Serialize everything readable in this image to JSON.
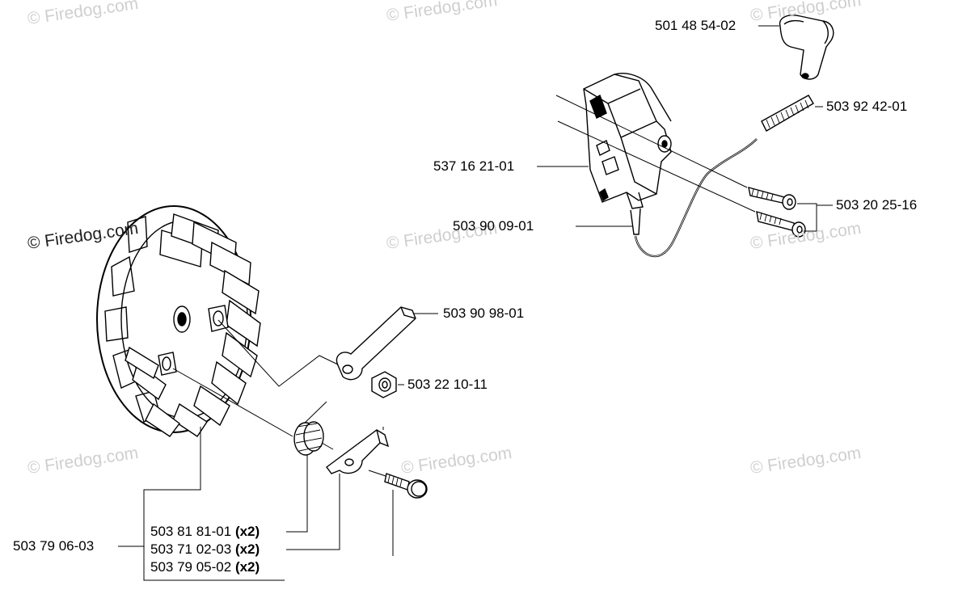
{
  "watermark": {
    "text_faint": "© Firedog.com",
    "text_dark": "© Firedog.com"
  },
  "parts": {
    "boot": "501 48 54-02",
    "spring": "503 92 42-01",
    "module": "537 16 21-01",
    "screws": "503 20 25-16",
    "wire": "503 90 09-01",
    "pawl_lever": "503 90 98-01",
    "nut": "503 22 10-11",
    "flywheel": "503 79 06-03",
    "spring2": "503 81 81-01",
    "pawl": "503 71 02-03",
    "pin": "503 79 05-02"
  },
  "qty": {
    "spring2": "(x2)",
    "pawl": "(x2)",
    "pin": "(x2)"
  }
}
